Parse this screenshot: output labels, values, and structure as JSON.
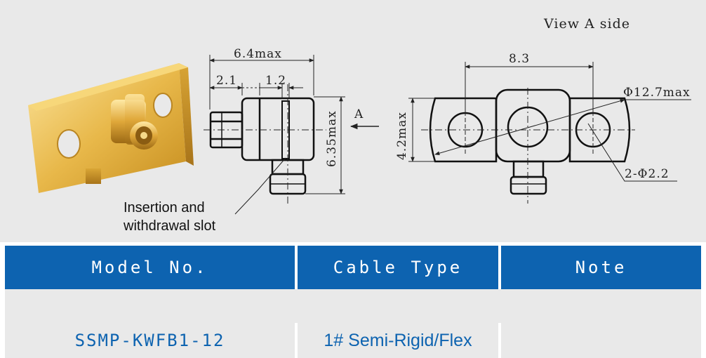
{
  "drawing": {
    "view_label": "View A side",
    "dims": {
      "overall_length": "6.4max",
      "flange_offset": "2.1",
      "slot_width": "1.2",
      "height": "6.35max",
      "arrow_label": "A",
      "hole_spacing": "8.3",
      "flange_width": "4.2max",
      "flange_dia": "Φ12.7max",
      "hole_dia": "2-Φ2.2"
    },
    "callout_line1": "Insertion and",
    "callout_line2": "withdrawal slot"
  },
  "table": {
    "headers": [
      "Model No.",
      "Cable Type",
      "Note"
    ],
    "rows": [
      {
        "model": "SSMP-KWFB1-12",
        "cable": "1# Semi-Rigid/Flex",
        "note": ""
      }
    ]
  },
  "colors": {
    "header_bg": "#0d63b0",
    "header_text": "#ffffff",
    "cell_text": "#0d63b0",
    "panel_bg": "#e9e9e9",
    "gold": "#e0b040"
  }
}
